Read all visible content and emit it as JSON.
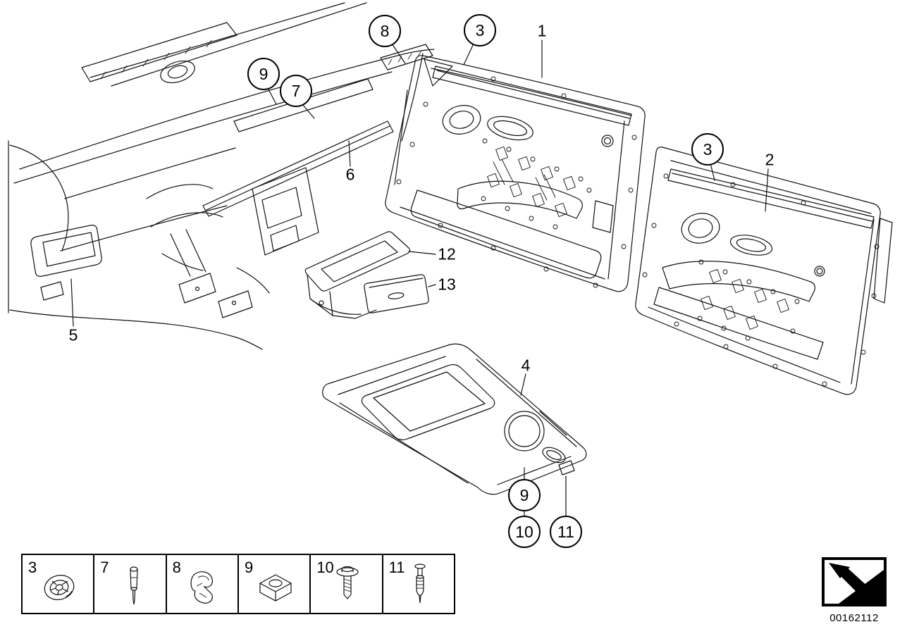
{
  "colors": {
    "line": "#000000",
    "background": "#ffffff"
  },
  "callouts": {
    "c8": "8",
    "c3_front": "3",
    "c9_dash": "9",
    "c7": "7",
    "p1": "1",
    "c3_rear": "3",
    "p2": "2",
    "p6": "6",
    "p12": "12",
    "p13": "13",
    "p5": "5",
    "p4": "4",
    "c9_console": "9",
    "c10": "10",
    "c11": "11"
  },
  "legend": {
    "items": [
      {
        "label": "3",
        "icon": "spreading-grommet-icon"
      },
      {
        "label": "7",
        "icon": "locating-pin-icon"
      },
      {
        "label": "8",
        "icon": "spring-clip-icon"
      },
      {
        "label": "9",
        "icon": "cage-nut-icon"
      },
      {
        "label": "10",
        "icon": "self-tapping-screw-icon"
      },
      {
        "label": "11",
        "icon": "expansion-rivet-icon"
      }
    ]
  },
  "footer": {
    "part_number": "00162112"
  }
}
